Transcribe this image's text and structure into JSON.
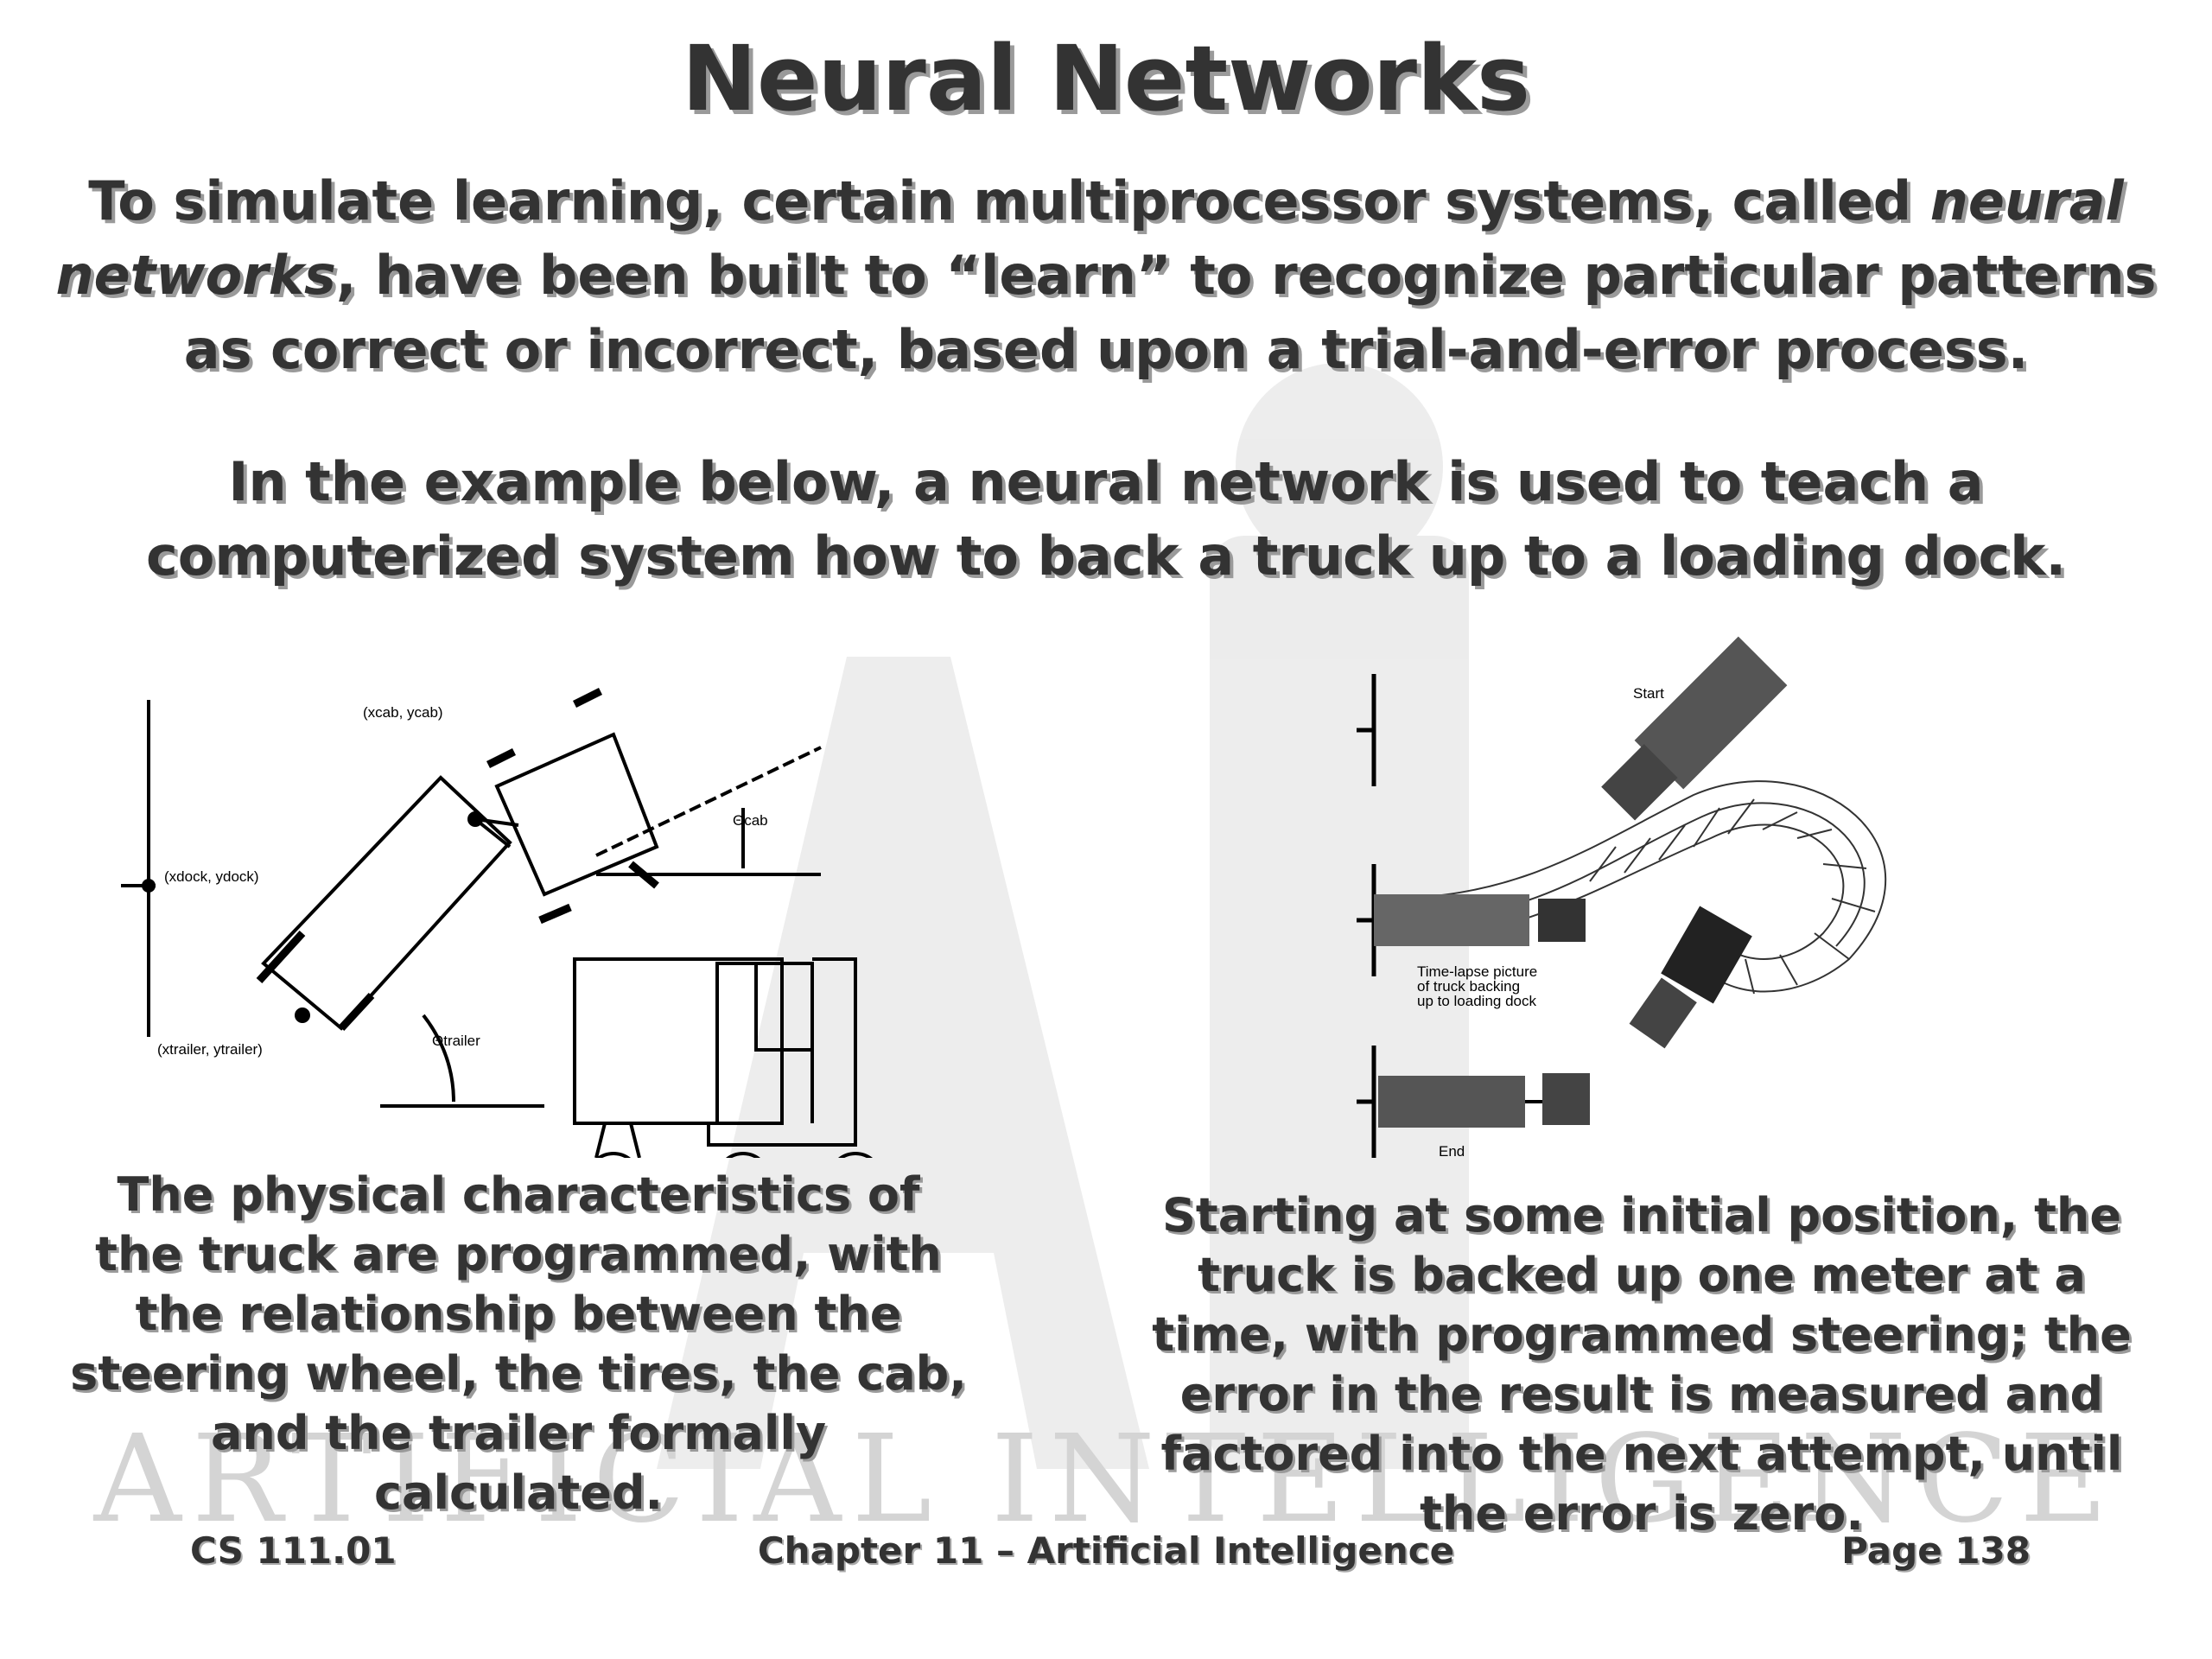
{
  "slide": {
    "title": "Neural Networks",
    "para1_a": "To simulate learning, certain multiprocessor systems, called ",
    "para1_em": "neural networks",
    "para1_b": ", have been built to “learn” to recognize particular patterns as correct or incorrect, based upon a trial-and-error process.",
    "para2": "In the example below, a neural network is used to teach a computerized system how to back a truck up to a loading dock.",
    "caption_left": "The physical characteristics of the truck are programmed, with the relationship between the steering wheel, the tires, the cab, and the trailer formally calculated.",
    "caption_right": "Starting at some initial position, the truck is backed up one meter at a time, with programmed steering; the error in the result is measured and factored into the next attempt, until the error is zero."
  },
  "diagram": {
    "label_cab": "(xcab, ycab)",
    "label_dock": "(xdock, ydock)",
    "label_trailer": "(xtrailer, ytrailer)",
    "theta_cab": "Θcab",
    "theta_trailer": "Θtrailer"
  },
  "photo": {
    "label_start": "Start",
    "label_timelapse_1": "Time-lapse picture",
    "label_timelapse_2": "of truck backing",
    "label_timelapse_3": "up to loading dock",
    "label_end": "End"
  },
  "watermark": {
    "text": "ARTIFICIAL INTELLIGENCE"
  },
  "footer": {
    "course": "CS 111.01",
    "chapter": "Chapter 11 – Artificial Intelligence",
    "page": "Page 138"
  },
  "colors": {
    "text": "#333333",
    "shadow": "#9a9a9a",
    "watermark": "#d4d4d4"
  }
}
